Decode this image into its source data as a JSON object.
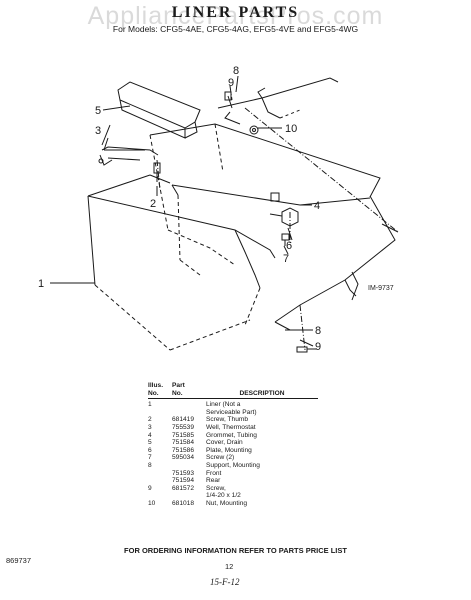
{
  "watermark": "AppliancePartsPros.com",
  "title": "LINER PARTS",
  "models": "For Models: CFG5-4AE, CFG5-4AG, EFG5-4VE and EFG5-4WG",
  "figure_code": "IM-9737",
  "callouts": [
    "1",
    "2",
    "3",
    "4",
    "5",
    "6",
    "7",
    "8",
    "9",
    "10",
    "8",
    "9"
  ],
  "table": {
    "headers": {
      "illus": "Illus.",
      "illus_no": "No.",
      "part": "Part",
      "part_no": "No.",
      "desc": "DESCRIPTION"
    },
    "rows": [
      {
        "illus": "1",
        "part": "",
        "desc": "Liner (Not a"
      },
      {
        "illus": "",
        "part": "",
        "desc": "Serviceable Part)"
      },
      {
        "illus": "2",
        "part": "681419",
        "desc": "Screw, Thumb"
      },
      {
        "illus": "3",
        "part": "755539",
        "desc": "Well, Thermostat"
      },
      {
        "illus": "4",
        "part": "751585",
        "desc": "Grommet, Tubing"
      },
      {
        "illus": "5",
        "part": "751584",
        "desc": "Cover, Drain"
      },
      {
        "illus": "6",
        "part": "751586",
        "desc": "Plate, Mounting"
      },
      {
        "illus": "7",
        "part": "595034",
        "desc": "Screw (2)"
      },
      {
        "illus": "8",
        "part": "",
        "desc": "Support, Mounting"
      },
      {
        "illus": "",
        "part": "751593",
        "desc": "Front"
      },
      {
        "illus": "",
        "part": "751594",
        "desc": "Rear"
      },
      {
        "illus": "9",
        "part": "681572",
        "desc": "Screw,"
      },
      {
        "illus": "",
        "part": "",
        "desc": "1/4-20 x 1/2"
      },
      {
        "illus": "10",
        "part": "681018",
        "desc": "Nut, Mounting"
      }
    ]
  },
  "footer": "FOR ORDERING INFORMATION REFER TO PARTS PRICE LIST",
  "doc_id": "869737",
  "page_number": "12",
  "handwritten": "15-F-12"
}
